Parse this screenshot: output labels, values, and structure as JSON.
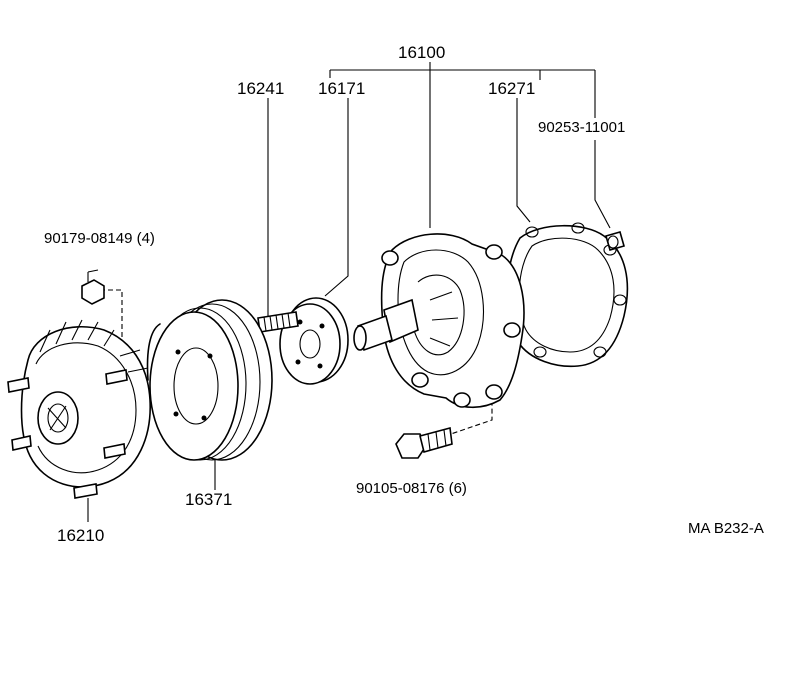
{
  "diagram": {
    "catalog_code": "MA B232-A",
    "parts": [
      {
        "id": "water_pump_assy",
        "number": "16100"
      },
      {
        "id": "stud",
        "number": "16241"
      },
      {
        "id": "fan_pulley_seat",
        "number": "16171"
      },
      {
        "id": "gasket",
        "number": "16271"
      },
      {
        "id": "pin",
        "number": "90253-11001"
      },
      {
        "id": "fan_clutch_nut",
        "number": "90179-08149",
        "qty": "(4)"
      },
      {
        "id": "pump_bolt",
        "number": "90105-08176",
        "qty": "(6)"
      },
      {
        "id": "fluid_coupling",
        "number": "16210"
      },
      {
        "id": "fan_pulley",
        "number": "16371"
      }
    ]
  }
}
